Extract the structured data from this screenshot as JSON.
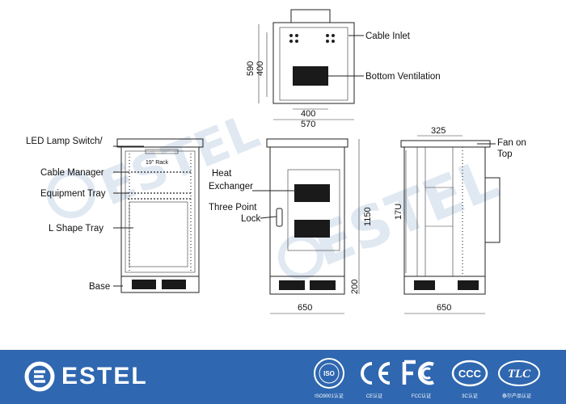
{
  "watermark": "ESTEL",
  "top_view": {
    "labels": {
      "cable_inlet": "Cable Inlet",
      "bottom_ventilation": "Bottom Ventilation"
    },
    "dimensions": {
      "depth_outer": "590",
      "depth_inner": "400",
      "width_inner": "400",
      "width_outer": "570"
    }
  },
  "side_view": {
    "labels": {
      "led_switch": "LED  Lamp Switch/",
      "cable_manager": "Cable Manager",
      "equipment_tray": "Equipment Tray",
      "l_shape_tray": "L  Shape Tray",
      "base": "Base",
      "rack_label": "19\" Rack"
    }
  },
  "front_view": {
    "labels": {
      "heat_exchanger_1": "Heat",
      "heat_exchanger_2": "Exchanger",
      "three_point_1": "Three Point",
      "three_point_2": "Lock"
    },
    "dimensions": {
      "height": "1150",
      "base_height": "200",
      "width": "650"
    }
  },
  "right_view": {
    "labels": {
      "fan_on_top_1": "Fan on",
      "fan_on_top_2": "Top"
    },
    "dimensions": {
      "top_width": "325",
      "rack_units": "17U",
      "width": "650"
    }
  },
  "footer": {
    "brand": "ESTEL",
    "certs": [
      {
        "name": "iso-badge",
        "caption": "ISO9001认证"
      },
      {
        "name": "ce-mark",
        "caption": "CE认证"
      },
      {
        "name": "fcc-mark",
        "caption": "FCC认证"
      },
      {
        "name": "ccc-mark",
        "caption": "3C认证"
      },
      {
        "name": "tlc-mark",
        "caption": "泰尔产品认证"
      }
    ]
  },
  "colors": {
    "footer_bg": "#2f67b0",
    "line": "#222222",
    "vent": "#1a1a1a",
    "watermark": "#a0b9d7"
  }
}
